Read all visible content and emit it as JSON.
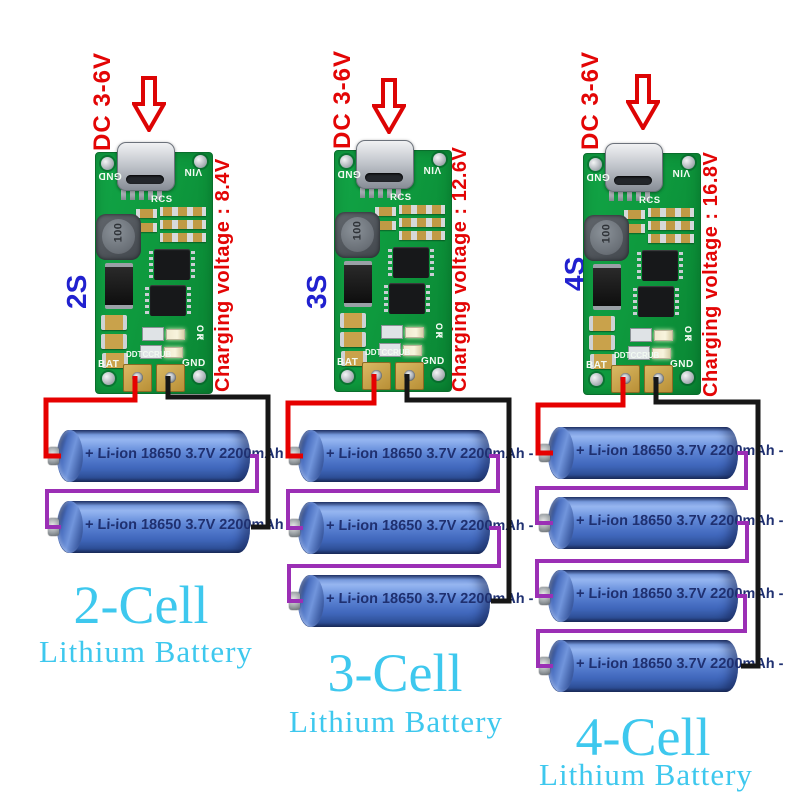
{
  "colors": {
    "wire_positive_red": "#e60000",
    "wire_negative_black": "#161616",
    "wire_series_purple": "#9b2fb5",
    "arrow_red": "#dd0404",
    "label_red": "#e30505",
    "label_blue": "#2121cf",
    "caption_cyan": "#3ec8ee",
    "pcb_green": "#0fa040",
    "battery_blue": "#5e86d6"
  },
  "battery": {
    "label": "+ Li-ion 18650 3.7V 2200mAh -"
  },
  "board_silk": {
    "gnd_top": "GND",
    "vin": "VIN",
    "rcs": "RCS",
    "inductor_mark": "100",
    "ok": "OK",
    "cr": "CR",
    "bat": "BAT",
    "model": "DDTCCRUB",
    "gnd_bottom": "GND"
  },
  "modules": [
    {
      "series_marking": "2S",
      "input_label": "DC 3-6V",
      "charging_label": "Charging voltage : 8.4V",
      "cells": "2",
      "caption": "2-Cell",
      "caption_sub": "Lithium Battery"
    },
    {
      "series_marking": "3S",
      "input_label": "DC 3-6V",
      "charging_label": "Charging voltage : 12.6V",
      "cells": "3",
      "caption": "3-Cell",
      "caption_sub": "Lithium Battery"
    },
    {
      "series_marking": "4S",
      "input_label": "DC 3-6V",
      "charging_label": "Charging voltage : 16.8V",
      "cells": "4",
      "caption": "4-Cell",
      "caption_sub": "Lithium Battery"
    }
  ]
}
